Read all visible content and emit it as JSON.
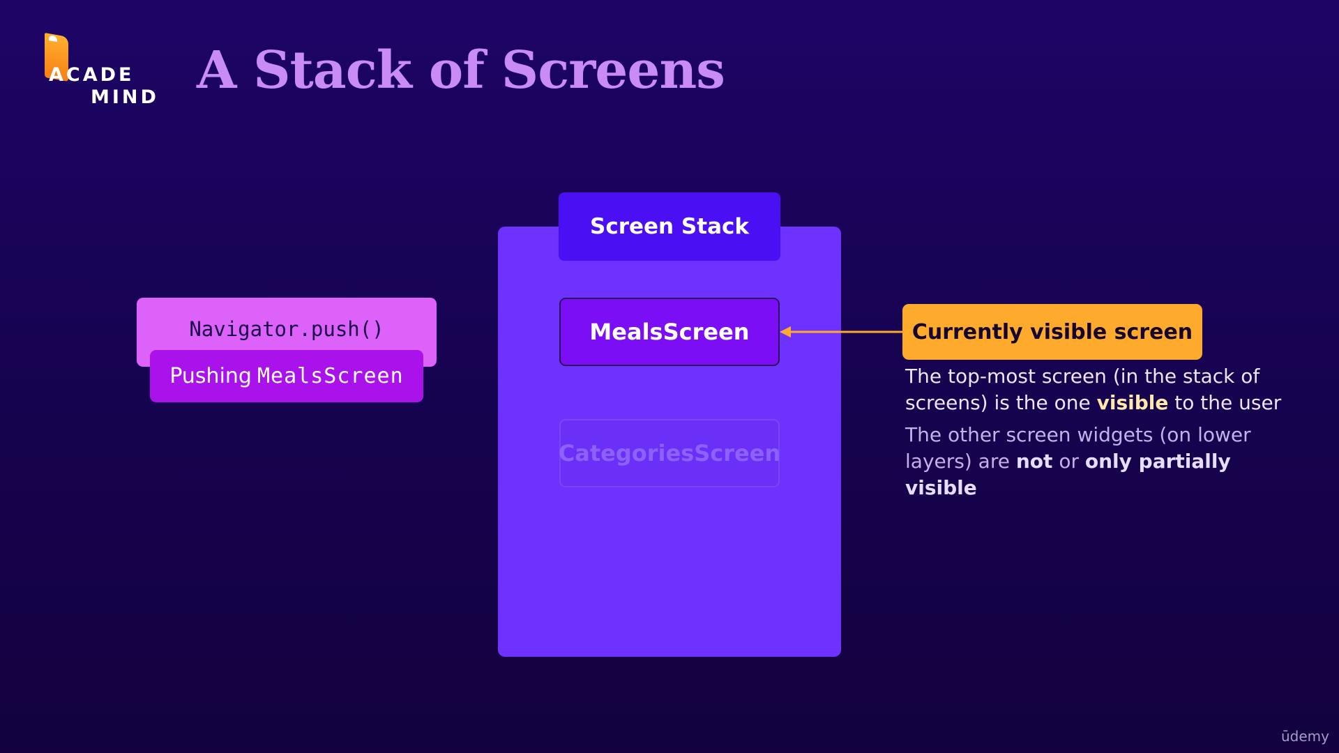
{
  "brand": {
    "logo_line1": "ACADE",
    "logo_line2": "MIND",
    "watermark": "ūdemy"
  },
  "title": "A Stack of Screens",
  "stack": {
    "header": "Screen Stack",
    "screens": [
      "MealsScreen",
      "CategoriesScreen"
    ]
  },
  "navigator": {
    "call": "Navigator.push()",
    "pushing_prefix": "Pushing",
    "pushing_target": "MealsScreen"
  },
  "callout": {
    "badge": "Currently visible screen",
    "desc1": {
      "before": "The top-most screen (in the stack of screens) is the one",
      "emphasis": "visible",
      "after": "to the user"
    },
    "desc2": {
      "before": "The other screen widgets (on lower layers) are",
      "emphasis1": "not",
      "middle": "or",
      "emphasis2": "only partially visible"
    }
  },
  "colors": {
    "background": "#1a044f",
    "title": "#c98bf5",
    "stack_panel": "#6d32fd",
    "stack_header": "#4a0ff2",
    "active_screen": "#7c0ef5",
    "inactive_screen_text": "#8d62fc",
    "navigator_card": "#dc62fa",
    "pushing_card": "#a912eb",
    "accent": "#fdaa2d"
  },
  "icons": {
    "logo": "book-icon",
    "arrow": "arrow-left-icon"
  }
}
